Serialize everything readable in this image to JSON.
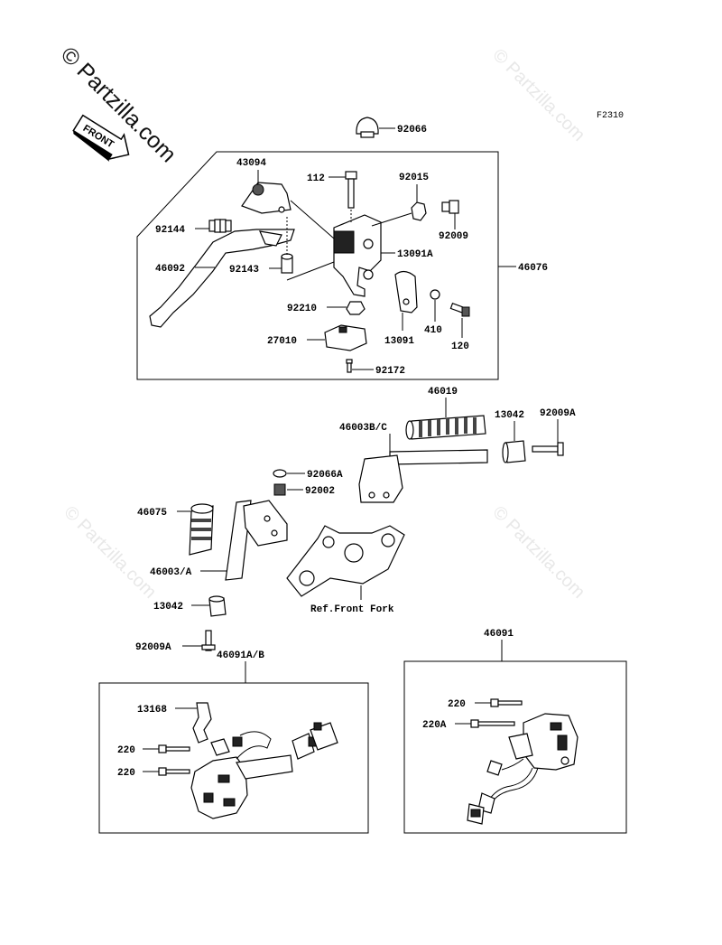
{
  "watermark": {
    "main": "© Partzilla.com",
    "faint": "© Partzilla.com"
  },
  "figure_code": "F2310",
  "front_arrow_label": "FRONT",
  "labels": {
    "p92066": "92066",
    "p43094": "43094",
    "p112": "112",
    "p92015": "92015",
    "p92009": "92009",
    "p92144": "92144",
    "p13091A": "13091A",
    "p46092": "46092",
    "p92143": "92143",
    "p46076": "46076",
    "p92210": "92210",
    "p13091": "13091",
    "p410": "410",
    "p120": "120",
    "p27010": "27010",
    "p92172": "92172",
    "p46019": "46019",
    "p46003BC": "46003B/C",
    "p13042a": "13042",
    "p92009Aa": "92009A",
    "p92066A": "92066A",
    "p92002": "92002",
    "p46075": "46075",
    "p46003A": "46003/A",
    "refFork": "Ref.Front Fork",
    "p13042b": "13042",
    "p92009Ab": "92009A",
    "p46091AB": "46091A/B",
    "p46091": "46091",
    "p13168": "13168",
    "p220a": "220",
    "p220b": "220",
    "p220c": "220",
    "p220A": "220A"
  }
}
